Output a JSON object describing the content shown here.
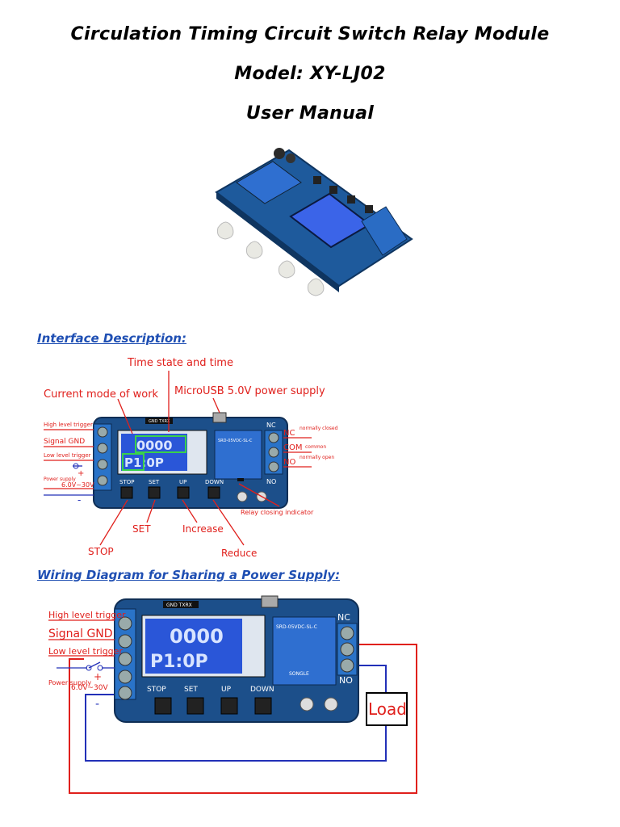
{
  "document": {
    "title_line1": "Circulation Timing Circuit Switch Relay Module",
    "title_line2": "Model: XY-LJ02",
    "title_line3": "User Manual"
  },
  "interface_section": {
    "heading": "Interface Description:",
    "labels": {
      "time_state": "Time state and time",
      "microusb": "MicroUSB 5.0V power supply",
      "current_mode": "Current mode of work",
      "high_level_trigger": "High level trigger",
      "signal_gnd": "Signal GND",
      "low_level_trigger": "Low level trigger",
      "power_supply": "Power supply",
      "voltage": "6.0V~30V",
      "plus": "+",
      "minus": "-",
      "nc": "NC",
      "nc_desc": "normally closed",
      "com": "COM",
      "com_desc": "common",
      "no": "NO",
      "no_desc": "normally open",
      "relay_indicator": "Relay closing indicator",
      "stop": "STOP",
      "set": "SET",
      "increase": "Increase",
      "reduce": "Reduce"
    },
    "board": {
      "btn_stop": "STOP",
      "btn_set": "SET",
      "btn_up": "UP",
      "btn_down": "DOWN",
      "header_text": "GND TXRX",
      "lcd_top": "0000",
      "lcd_bottom": "P1:0P",
      "relay_text": "SRD-05VDC-SL-C",
      "nc": "NC",
      "no": "NO"
    }
  },
  "wiring_section": {
    "heading": "Wiring Diagram for Sharing a Power Supply:",
    "labels": {
      "high_level_trigger": "High level trigger",
      "signal_gnd": "Signal GND",
      "low_level_trigger": "Low level trigger",
      "power_supply": "Power supply",
      "voltage": "6.0V~30V",
      "plus": "+",
      "minus": "-",
      "load": "Load"
    },
    "board": {
      "btn_stop": "STOP",
      "btn_set": "SET",
      "btn_up": "UP",
      "btn_down": "DOWN",
      "header_text": "GND TXRX",
      "lcd_top": "0000",
      "lcd_bottom": "P1:0P",
      "relay_text": "SRD-05VDC-SL-C",
      "relay_brand": "SONGLE",
      "nc": "NC",
      "no": "NO"
    }
  },
  "colors": {
    "heading_blue": "#1f4fb3",
    "annotation_red": "#e0201c",
    "pcb_blue": "#1c4f8a",
    "lcd_blue": "#2a56d8",
    "wire_blue": "#2230b8"
  }
}
